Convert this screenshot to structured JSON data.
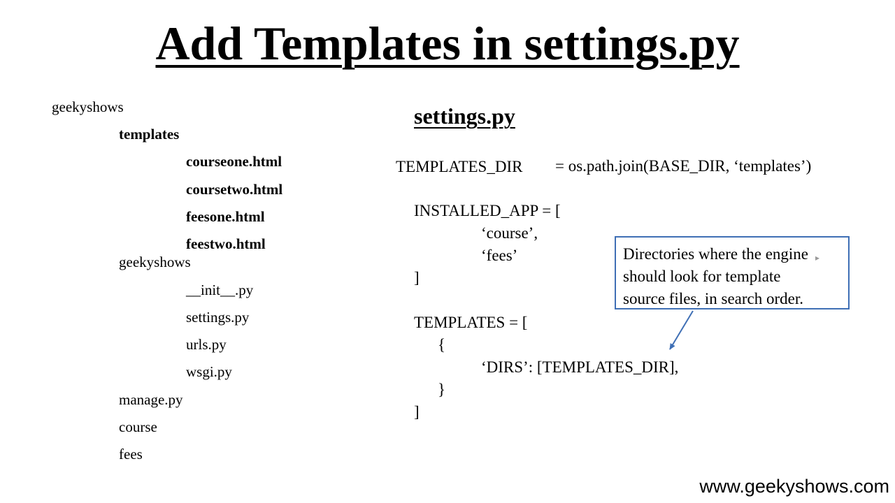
{
  "slide": {
    "title": "Add Templates in settings.py"
  },
  "tree": {
    "root": "geekyshows",
    "templates_folder": "templates",
    "template_files": [
      "courseone.html",
      "coursetwo.html",
      "feesone.html",
      "feestwo.html"
    ],
    "project_package": "geekyshows",
    "package_files": [
      "__init__.py",
      "settings.py",
      "urls.py",
      "wsgi.py"
    ],
    "manage": "manage.py",
    "apps": [
      "course",
      "fees"
    ]
  },
  "code": {
    "filename": "settings.py",
    "templates_dir_name": "TEMPLATES_DIR",
    "templates_dir_value": "= os.path.join(BASE_DIR, ‘templates’)",
    "installed_app_open": "INSTALLED_APP = [",
    "installed_app_items": [
      "‘course’,",
      "‘fees’"
    ],
    "installed_app_close": "]",
    "templates_open": "TEMPLATES = [",
    "brace_open": "{",
    "dirs_line": "‘DIRS’: [TEMPLATES_DIR],",
    "brace_close": "}",
    "templates_close": "]"
  },
  "callout": {
    "lines": [
      "Directories where the engine",
      "should look for template",
      "source files, in search order."
    ],
    "border_color": "#3f6fb5"
  },
  "footer": {
    "url": "www.geekyshows.com"
  }
}
